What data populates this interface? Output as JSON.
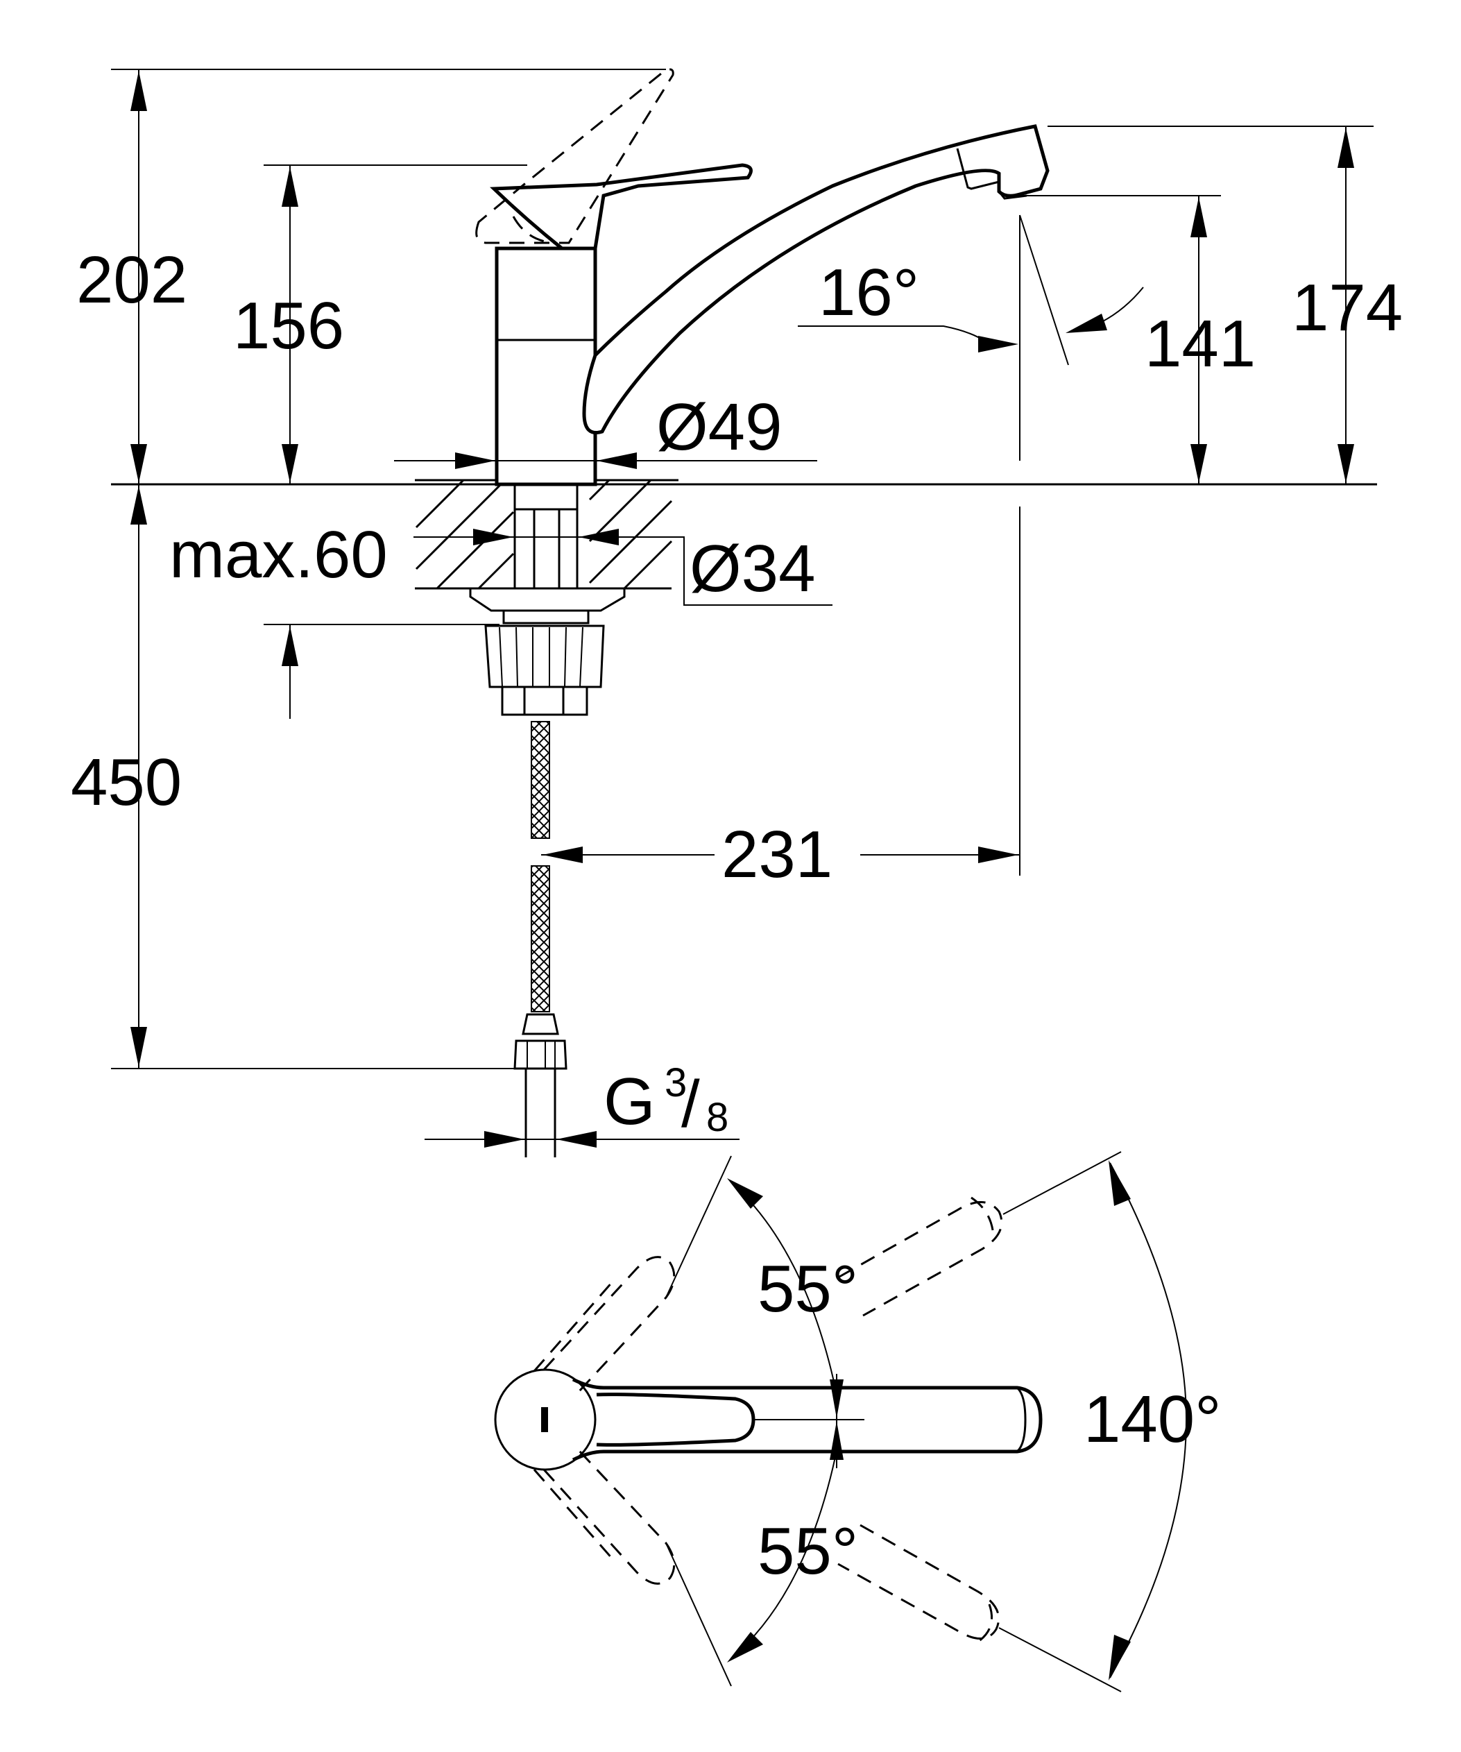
{
  "dimensions": {
    "d202": "202",
    "d156": "156",
    "d450": "450",
    "d174": "174",
    "d141": "141",
    "angle_spout": "16°",
    "dia_body": "Ø49",
    "dia_hole": "Ø34",
    "max_thickness": "max.60",
    "reach": "231",
    "thread_main": "G",
    "thread_num": "3",
    "thread_den": "8",
    "swing_upper": "55°",
    "swing_lower": "55°",
    "swing_total": "140°"
  },
  "icons": {
    "mixer-tap-side-view": "single lever kitchen mixer side elevation",
    "mixer-tap-top-view": "lever rotation plan view"
  }
}
